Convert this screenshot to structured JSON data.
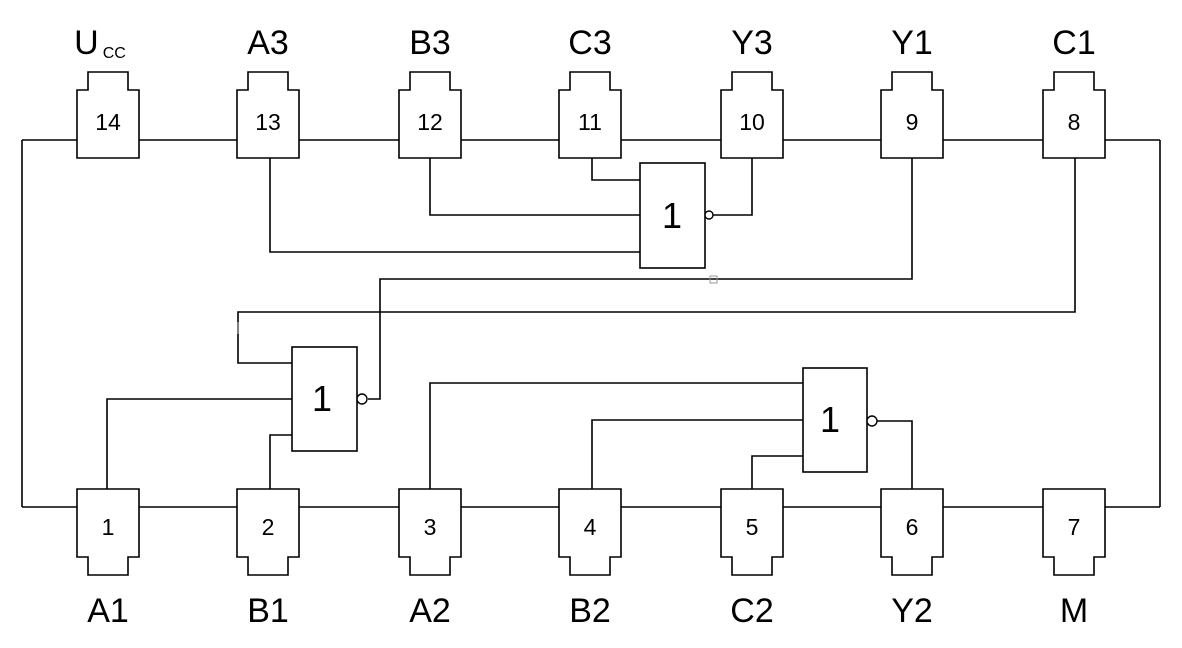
{
  "top_pins": [
    {
      "number": "14",
      "label": "U",
      "label_sub": "CC"
    },
    {
      "number": "13",
      "label": "A3",
      "label_sub": ""
    },
    {
      "number": "12",
      "label": "B3",
      "label_sub": ""
    },
    {
      "number": "11",
      "label": "C3",
      "label_sub": ""
    },
    {
      "number": "10",
      "label": "Y3",
      "label_sub": ""
    },
    {
      "number": "9",
      "label": "Y1",
      "label_sub": ""
    },
    {
      "number": "8",
      "label": "C1",
      "label_sub": ""
    }
  ],
  "bottom_pins": [
    {
      "number": "1",
      "label": "A1"
    },
    {
      "number": "2",
      "label": "B1"
    },
    {
      "number": "3",
      "label": "A2"
    },
    {
      "number": "4",
      "label": "B2"
    },
    {
      "number": "5",
      "label": "C2"
    },
    {
      "number": "6",
      "label": "Y2"
    },
    {
      "number": "7",
      "label": "M"
    }
  ],
  "gates": [
    {
      "id": "gate3",
      "symbol": "1",
      "type": "NOR",
      "inputs": [
        "A3",
        "B3",
        "C3"
      ],
      "output": "Y3"
    },
    {
      "id": "gate1",
      "symbol": "1",
      "type": "NOR",
      "inputs": [
        "A1",
        "B1",
        "C1"
      ],
      "output": "Y1"
    },
    {
      "id": "gate2",
      "symbol": "1",
      "type": "NOR",
      "inputs": [
        "A2",
        "B2",
        "C2"
      ],
      "output": "Y2"
    }
  ]
}
